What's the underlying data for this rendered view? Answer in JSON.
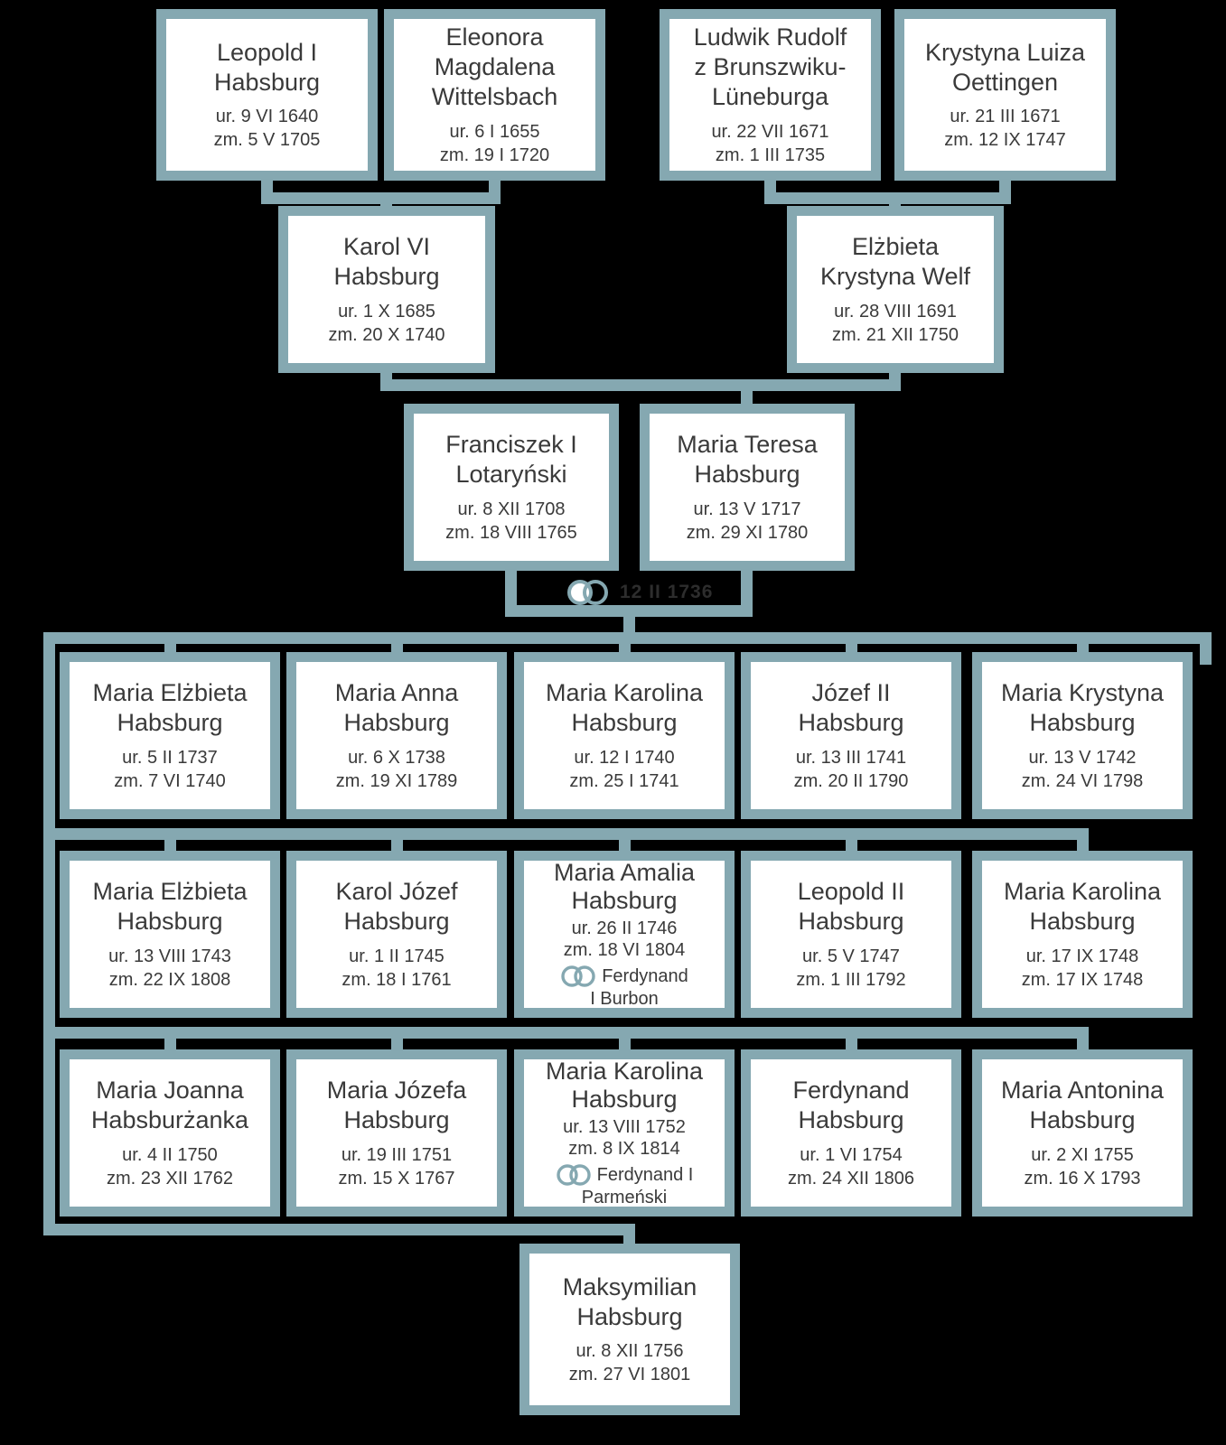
{
  "diagram": {
    "type": "family-tree",
    "subject": "Habsburg family tree",
    "marriage": {
      "date": "12 II 1736"
    },
    "colors": {
      "background": "#000000",
      "frame": "#85a8b1",
      "box_background": "#ffffff",
      "text": "#3a3a3a",
      "marriage_date_text": "#2d2d2d"
    },
    "rows": [
      {
        "id": "grandparents",
        "people": [
          {
            "name_lines": [
              "Leopold I",
              "Habsburg"
            ],
            "born": "ur. 9 VI 1640",
            "died": "zm. 5 V 1705"
          },
          {
            "name_lines": [
              "Eleonora",
              "Magdalena",
              "Wittelsbach"
            ],
            "born": "ur. 6 I 1655",
            "died": "zm. 19 I 1720"
          },
          {
            "name_lines": [
              "Ludwik Rudolf",
              "z Brunszwiku-",
              "Lüneburga"
            ],
            "born": "ur. 22 VII 1671",
            "died": "zm. 1 III 1735"
          },
          {
            "name_lines": [
              "Krystyna Luiza",
              "Oettingen"
            ],
            "born": "ur. 21 III 1671",
            "died": "zm. 12 IX 1747"
          }
        ]
      },
      {
        "id": "parents",
        "people": [
          {
            "name_lines": [
              "Karol VI",
              "Habsburg"
            ],
            "born": "ur. 1 X 1685",
            "died": "zm. 20 X 1740"
          },
          {
            "name_lines": [
              "Elżbieta",
              "Krystyna Welf"
            ],
            "born": "ur. 28 VIII 1691",
            "died": "zm. 21 XII 1750"
          }
        ]
      },
      {
        "id": "couple",
        "people": [
          {
            "name_lines": [
              "Franciszek I",
              "Lotaryński"
            ],
            "born": "ur. 8 XII 1708",
            "died": "zm. 18 VIII 1765"
          },
          {
            "name_lines": [
              "Maria Teresa",
              "Habsburg"
            ],
            "born": "ur. 13 V 1717",
            "died": "zm. 29 XI 1780"
          }
        ]
      },
      {
        "id": "children-1",
        "people": [
          {
            "name_lines": [
              "Maria Elżbieta",
              "Habsburg"
            ],
            "born": "ur. 5 II 1737",
            "died": "zm. 7 VI 1740"
          },
          {
            "name_lines": [
              "Maria Anna",
              "Habsburg"
            ],
            "born": "ur. 6 X 1738",
            "died": "zm. 19 XI 1789"
          },
          {
            "name_lines": [
              "Maria Karolina",
              "Habsburg"
            ],
            "born": "ur. 12 I 1740",
            "died": "zm. 25 I 1741"
          },
          {
            "name_lines": [
              "Józef II",
              "Habsburg"
            ],
            "born": "ur. 13 III 1741",
            "died": "zm. 20 II 1790"
          },
          {
            "name_lines": [
              "Maria Krystyna",
              "Habsburg"
            ],
            "born": "ur. 13 V 1742",
            "died": "zm. 24 VI 1798"
          }
        ]
      },
      {
        "id": "children-2",
        "people": [
          {
            "name_lines": [
              "Maria Elżbieta",
              "Habsburg"
            ],
            "born": "ur. 13 VIII 1743",
            "died": "zm. 22 IX 1808"
          },
          {
            "name_lines": [
              "Karol Józef",
              "Habsburg"
            ],
            "born": "ur. 1 II 1745",
            "died": "zm. 18 I 1761"
          },
          {
            "name_lines": [
              "Maria Amalia",
              "Habsburg"
            ],
            "born": "ur. 26 II 1746",
            "died": "zm. 18 VI 1804",
            "spouse_lines": [
              "Ferdynand",
              "I Burbon"
            ]
          },
          {
            "name_lines": [
              "Leopold II",
              "Habsburg"
            ],
            "born": "ur. 5 V 1747",
            "died": "zm. 1 III 1792"
          },
          {
            "name_lines": [
              "Maria Karolina",
              "Habsburg"
            ],
            "born": "ur. 17 IX 1748",
            "died": "zm. 17 IX 1748"
          }
        ]
      },
      {
        "id": "children-3",
        "people": [
          {
            "name_lines": [
              "Maria Joanna",
              "Habsburżanka"
            ],
            "born": "ur. 4 II 1750",
            "died": "zm. 23 XII 1762"
          },
          {
            "name_lines": [
              "Maria Józefa",
              "Habsburg"
            ],
            "born": "ur. 19 III 1751",
            "died": "zm. 15 X 1767"
          },
          {
            "name_lines": [
              "Maria Karolina",
              "Habsburg"
            ],
            "born": "ur. 13 VIII 1752",
            "died": "zm. 8 IX 1814",
            "spouse_lines": [
              "Ferdynand I",
              "Parmeński"
            ]
          },
          {
            "name_lines": [
              "Ferdynand",
              "Habsburg"
            ],
            "born": "ur. 1 VI 1754",
            "died": "zm. 24 XII 1806"
          },
          {
            "name_lines": [
              "Maria Antonina",
              "Habsburg"
            ],
            "born": "ur. 2 XI 1755",
            "died": "zm. 16 X 1793"
          }
        ]
      },
      {
        "id": "youngest",
        "people": [
          {
            "name_lines": [
              "Maksymilian",
              "Habsburg"
            ],
            "born": "ur. 8 XII 1756",
            "died": "zm. 27 VI 1801"
          }
        ]
      }
    ]
  }
}
